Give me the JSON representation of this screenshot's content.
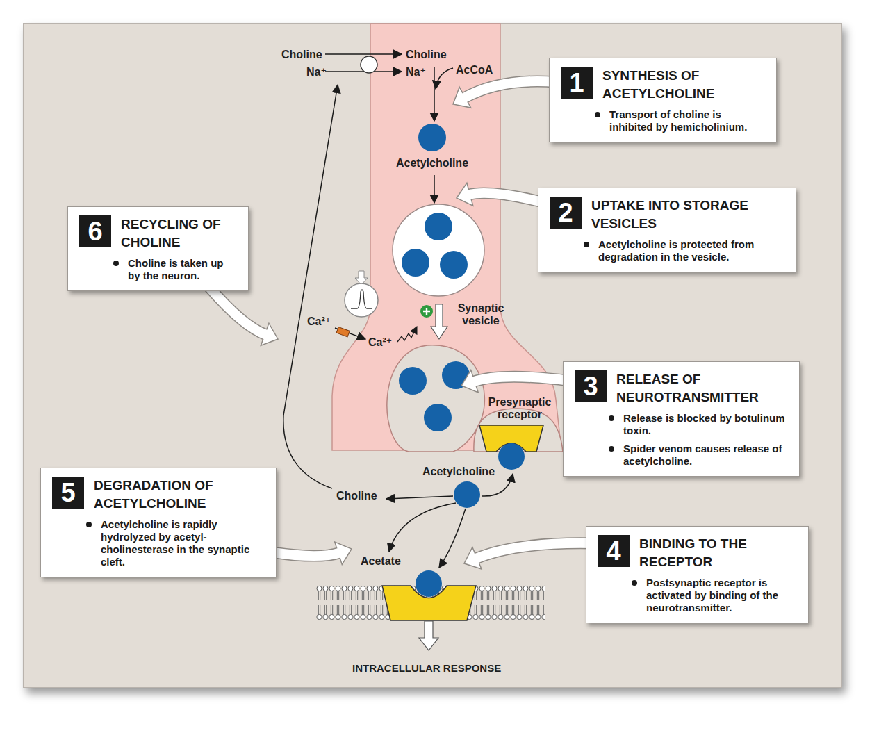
{
  "diagram": {
    "nodes": [
      {
        "text": [
          "1",
          "SYNTHESIS OF ACETYLCHOLINE",
          "Transport of choline is inhibited by hemicholinium."
        ]
      },
      {
        "text": [
          "2",
          "UPTAKE INTO STORAGE VESICLES",
          "Acetylcholine is protected from degradation in the vesicle."
        ]
      },
      {
        "text": [
          "6",
          "RECYCLING OF CHOLINE",
          "Choline is taken up by the neuron."
        ]
      },
      {
        "text": [
          "3",
          "RELEASE OF NEUROTRANSMITTER",
          "Release is blocked by botulinum toxin.",
          "Spider venom causes release of acetylcholine."
        ]
      },
      {
        "text": [
          "5",
          "DEGRADATION OF ACETYLCHOLINE",
          "Acetylcholine is rapidly hydrolyzed by acetyl-cholinesterase in the synaptic cleft."
        ]
      },
      {
        "text": [
          "4",
          "BINDING TO THE RECEPTOR",
          "Postsynaptic receptor is activated by binding of the neurotransmitter."
        ]
      }
    ],
    "labels": [
      "Choline",
      "Na⁺",
      "Choline",
      "Na⁺",
      "AcCoA",
      "Acetylcholine",
      "Synaptic vesicle",
      "Ca²⁺",
      "Ca²⁺",
      "Presynaptic receptor",
      "Acetylcholine",
      "Choline",
      "Acetate",
      "INTRACELLULAR RESPONSE"
    ]
  }
}
